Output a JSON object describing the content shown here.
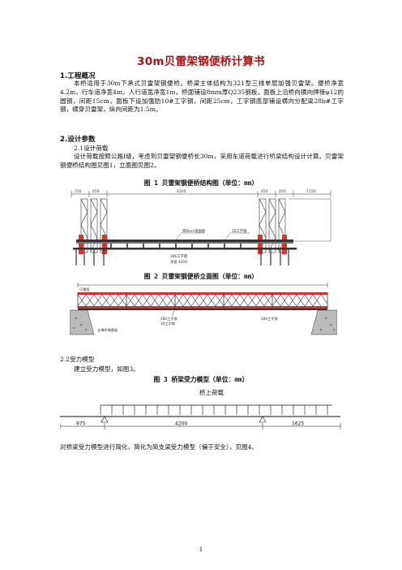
{
  "doc": {
    "title": "30m贝雷架钢便桥计算书",
    "page_number": "1"
  },
  "section1": {
    "heading": "1.工程概况",
    "body": "本桥适用于30m下承式贝雷架钢便桥。桥梁主体结构为321型三排单层加强贝雷架。便桥净宽4.2m，行车道净宽4m，人行道宽净宽1m，桥面铺设8mm厚Q235钢板，面板上沿桥向横向焊接φ12的圆钢，间距15cm，面板下设加强肋10#工字钢，间距25cm，工字钢底部铺设横向分配梁28b#工字钢，横穿贝雷架，纵向间距为1.5m。"
  },
  "section2": {
    "heading": "2.设计参数",
    "sub1": "2.1设计荷载",
    "body": "设计荷载按照公路Ⅰ级，考虑到贝雷架钢便桥长30m，采用车道荷载进行桥梁结构设计计算。贝雷架钢便桥结构图见图1，立面图见图2。",
    "sub2": "2.2受力模型",
    "sub2_body": "建立受力模型，如图3。",
    "closing": "对桥梁受力模型进行简化，简化为简支梁受力模型（偏于安全），见图4。"
  },
  "figure1": {
    "caption": "图 1 贝雷架钢便桥结构图（单位：mm）",
    "dims": [
      "250",
      "450",
      "4200",
      "450",
      "250",
      "1150"
    ],
    "labels": [
      "厚8mm钢面板",
      "10工字钢",
      "28b工字钢",
      "净宽 4200"
    ]
  },
  "figure2": {
    "caption": "图 2 贝雷架钢便桥立面图（单位：mm）",
    "labels": [
      "贝雷架",
      "28b工字钢",
      "10工字钢",
      "支撑桥墩基础",
      "28b工字钢"
    ]
  },
  "figure3": {
    "caption": "图 3 桥梁受力模型（单位：mm）",
    "load_label": "桥上荷载",
    "spans": [
      "975",
      "4200",
      "1625"
    ]
  }
}
